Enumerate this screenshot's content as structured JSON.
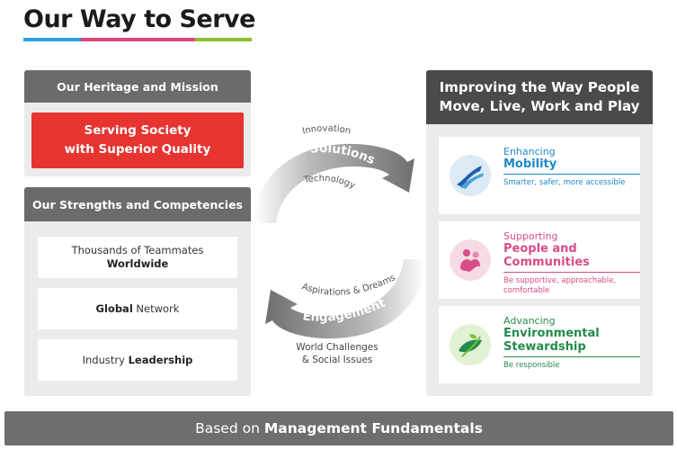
{
  "title": "Our Way to Serve",
  "title_bar_colors": [
    "#29a3d9",
    "#e0457b",
    "#e0457b",
    "#8cbf2f"
  ],
  "heritage": {
    "heading": "Our Heritage and Mission",
    "mission_line1": "Serving Society",
    "mission_line2": "with Superior Quality"
  },
  "strengths": {
    "heading": "Our Strengths and Competencies",
    "items": [
      {
        "pre": "Thousands of Teammates",
        "bold": "Worldwide",
        "post": ""
      },
      {
        "pre": "",
        "bold": "Global",
        "post": " Network"
      },
      {
        "pre": "Industry ",
        "bold": "Leadership",
        "post": ""
      }
    ]
  },
  "cycle": {
    "top_label": "Solutions",
    "top_above": "Innovation",
    "top_below": "Technology",
    "bottom_label": "Engagement",
    "bottom_above": "Aspirations & Dreams",
    "bottom_below_1": "World Challenges",
    "bottom_below_2": "& Social Issues"
  },
  "right": {
    "heading_line1": "Improving the Way People",
    "heading_line2": "Move, Live, Work and Play",
    "cards": [
      {
        "pre": "Enhancing",
        "main1": "Mobility",
        "main2": "",
        "sub1": "Smarter, safer, more accessible",
        "sub2": "",
        "color": "#1e88c9",
        "icon": "mobility-icon"
      },
      {
        "pre": "Supporting",
        "main1": "People and",
        "main2": "Communities",
        "sub1": "Be supportive, approachable,",
        "sub2": "comfortable",
        "color": "#d94b86",
        "icon": "people-icon"
      },
      {
        "pre": "Advancing",
        "main1": "Environmental",
        "main2": "Stewardship",
        "sub1": "Be responsible",
        "sub2": "",
        "color": "#238b4b",
        "icon": "leaf-icon"
      }
    ]
  },
  "footer": {
    "pre": "Based on ",
    "bold": "Management Fundamentals"
  }
}
